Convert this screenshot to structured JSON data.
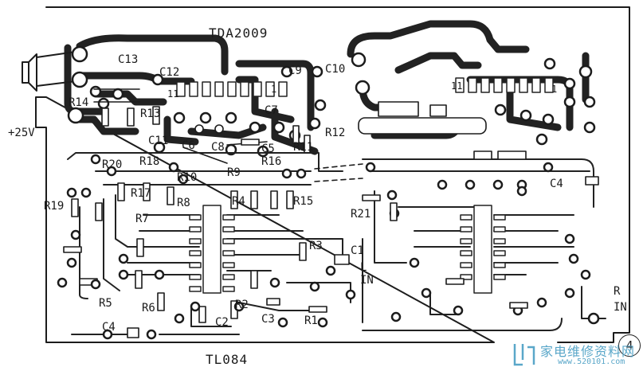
{
  "board": {
    "top_ic_label": "TDA2009",
    "bottom_ic_label": "TL084",
    "supply_label": "+25V",
    "left_input": "L\nIN",
    "right_input": "R\nIN",
    "figure_number": "4"
  },
  "pins": {
    "pin11_left": "11",
    "pin1_left": "1",
    "pin11_right": "11",
    "pin1_right": "1"
  },
  "parts": {
    "c13": "C13",
    "c12": "C12",
    "c9": "C9",
    "c10": "C10",
    "c7": "C7",
    "c11": "C11",
    "c6": "C6",
    "c8": "C8",
    "c5": "C5",
    "c1": "C1",
    "c2": "C2",
    "c3": "C3",
    "c4": "C4",
    "r14": "R14",
    "r13": "R13",
    "r12": "R12",
    "r11": "R11",
    "r20": "R20",
    "r18": "R18",
    "r10": "R10",
    "r9": "R9",
    "r16": "R16",
    "r17": "R17",
    "r8": "R8",
    "r4": "R4",
    "r15": "R15",
    "r19": "R19",
    "r7": "R7",
    "r21": "R21",
    "r3": "R3",
    "r5": "R5",
    "r6": "R6",
    "r2": "R2",
    "r1": "R1",
    "c4r": "C4"
  },
  "watermark": {
    "text": "家电维修资料网",
    "url": "www.520101.com"
  }
}
